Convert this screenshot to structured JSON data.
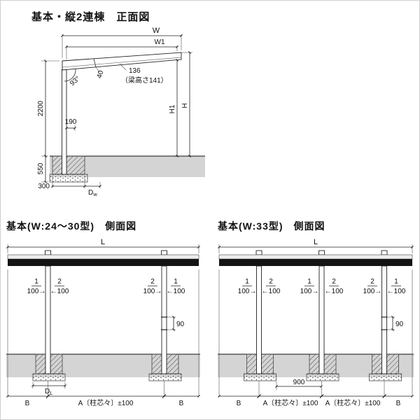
{
  "front_view": {
    "title": "基本・縦2連棟　正面図",
    "dims": {
      "w": "W",
      "w1": "W1",
      "angle": "93°",
      "d40": "40",
      "d136": "136",
      "beam_height_note": "（梁高さ141）",
      "height_2200": "2200",
      "d190": "190",
      "h1": "H1",
      "h": "H",
      "depth_550": "550",
      "width_300": "300",
      "dw_base": "D",
      "dw_sub": "w"
    }
  },
  "side_view_w24_30": {
    "title": "基本(W:24〜30型)　側面図",
    "dims": {
      "l": "L",
      "d90": "90",
      "dl_base": "D",
      "dl_sub": "L",
      "b": "B",
      "a_span": "A〔柱芯々〕±100"
    },
    "slopes": {
      "left_outer": {
        "num": "1",
        "den": "100→"
      },
      "left_inner": {
        "num": "2",
        "den": "←100"
      },
      "right_inner": {
        "num": "2",
        "den": "100→"
      },
      "right_outer": {
        "num": "1",
        "den": "←100"
      }
    }
  },
  "side_view_w33": {
    "title": "基本(W:33型)　側面図",
    "dims": {
      "l": "L",
      "d90": "90",
      "d900": "900",
      "b": "B",
      "a_span": "A〔柱芯々〕±100"
    },
    "slopes": {
      "post1_left": {
        "num": "1",
        "den": "100→"
      },
      "post1_right": {
        "num": "2",
        "den": "←100"
      },
      "post2_left": {
        "num": "1",
        "den": "100→"
      },
      "post2_right": {
        "num": "2",
        "den": "←100"
      },
      "post3_left": {
        "num": "2",
        "den": "100→"
      },
      "post3_right": {
        "num": "1",
        "den": "←100"
      }
    }
  }
}
